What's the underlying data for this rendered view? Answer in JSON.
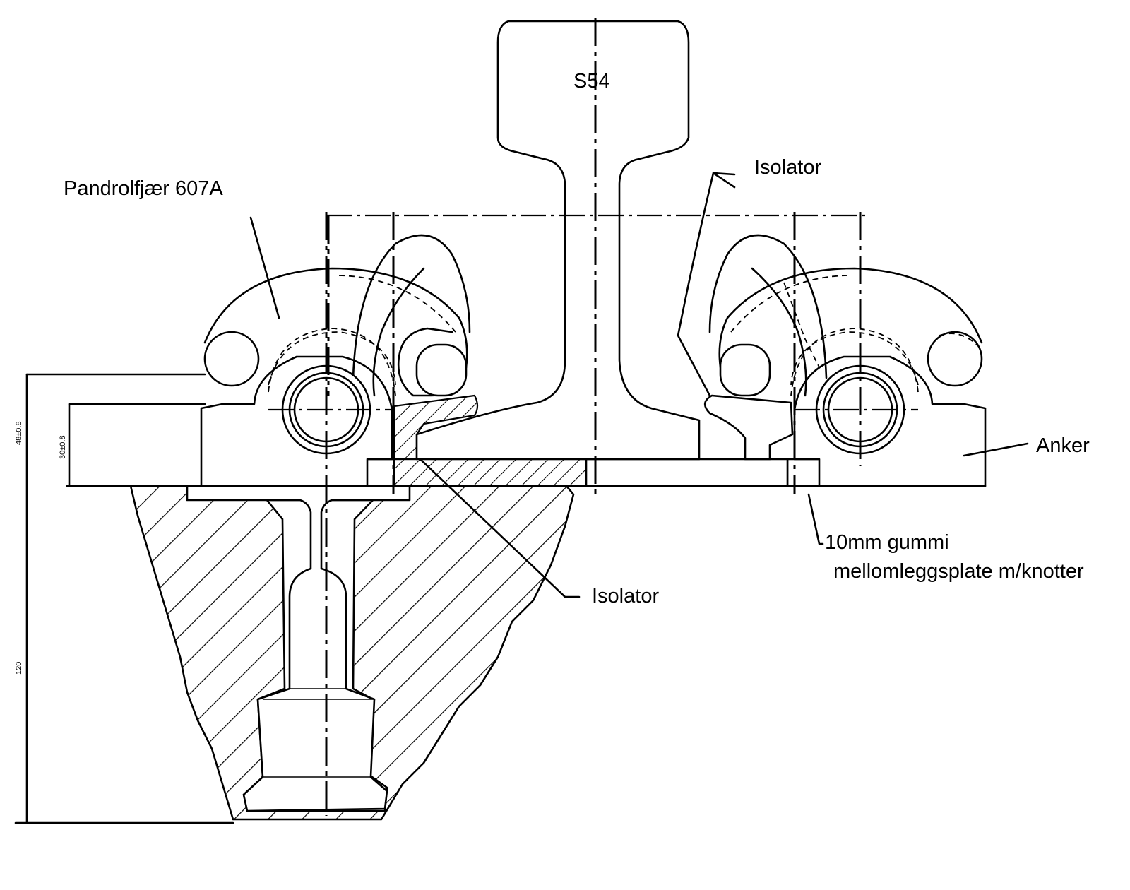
{
  "labels": {
    "rail": "S54",
    "spring": "Pandrolfjær 607A",
    "isolator_top": "Isolator",
    "isolator_bottom": "Isolator",
    "anchor": "Anker",
    "pad_line1": "10mm gummi",
    "pad_line2": "mellomleggsplate m/knotter"
  },
  "dimensions": {
    "dim_outer": "48±0.8",
    "dim_inner": "30±0.8",
    "dim_depth": "120"
  },
  "colors": {
    "ink": "#000000",
    "paper": "#ffffff"
  }
}
